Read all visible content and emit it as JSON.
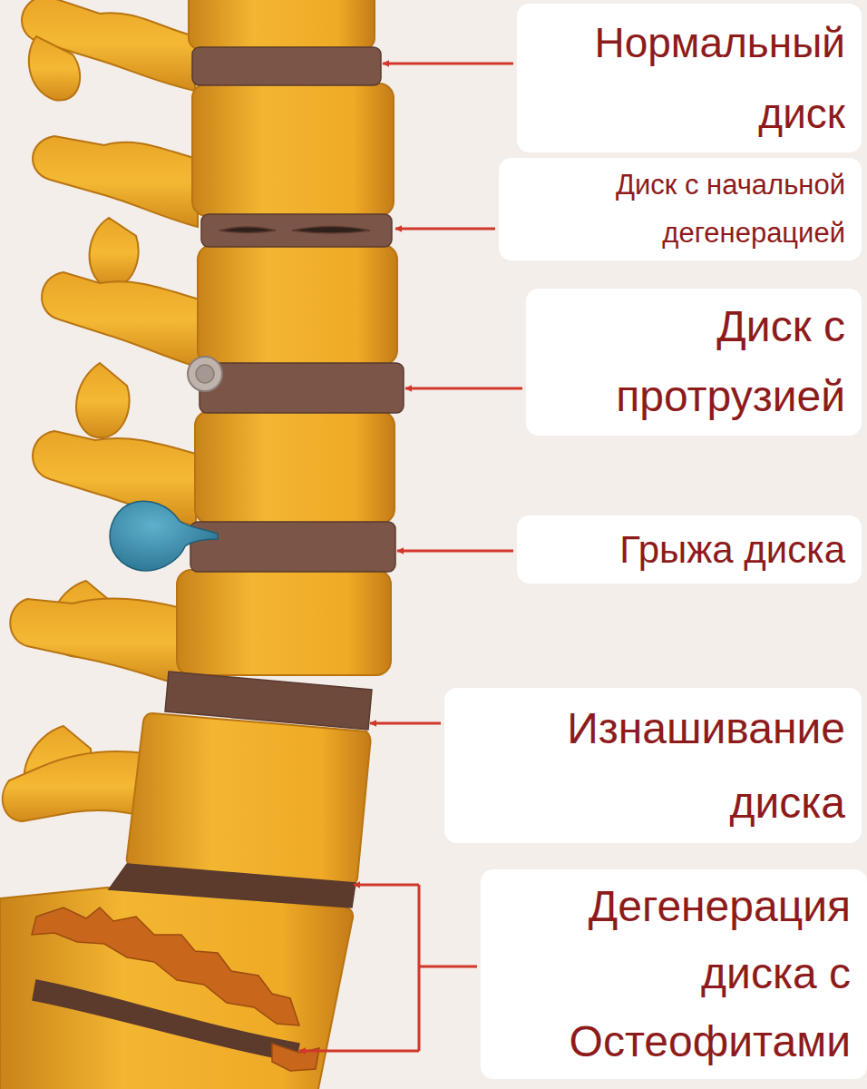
{
  "diagram": {
    "nodes": [
      {
        "text": [
          "Нормальный диск"
        ]
      },
      {
        "text": [
          "Диск с начальной дегенерацией"
        ]
      },
      {
        "text": [
          "Диск с протрузией"
        ]
      },
      {
        "text": [
          "Грыжа диска"
        ]
      },
      {
        "text": [
          "Изнашивание диска"
        ]
      },
      {
        "text": [
          "Дегенерация диска с Остеофитами"
        ]
      }
    ]
  }
}
